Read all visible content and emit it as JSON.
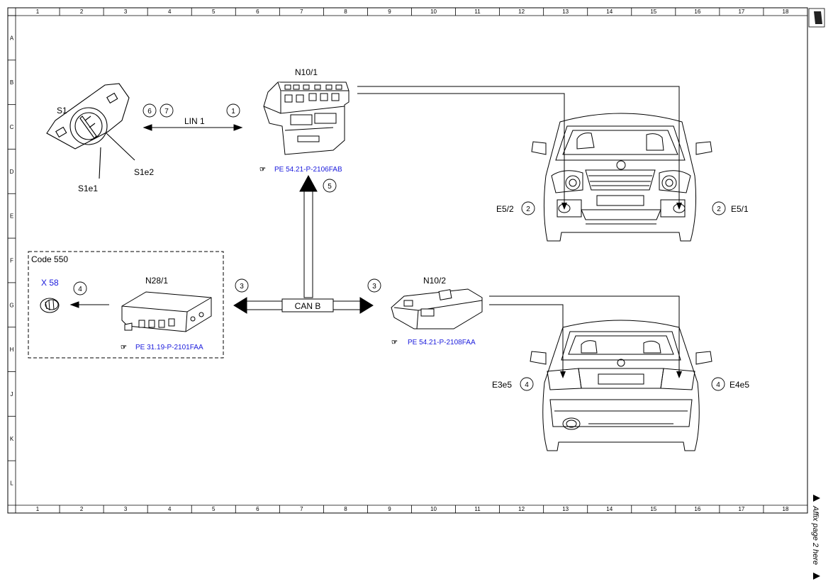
{
  "grid": {
    "columns": [
      "1",
      "2",
      "3",
      "4",
      "5",
      "6",
      "7",
      "8",
      "9",
      "10",
      "11",
      "12",
      "13",
      "14",
      "15",
      "16",
      "17",
      "18"
    ],
    "rows": [
      "A",
      "B",
      "C",
      "D",
      "E",
      "F",
      "G",
      "H",
      "J",
      "K",
      "L"
    ]
  },
  "components": {
    "s1": {
      "label": "S1",
      "sub1": "S1e1",
      "sub2": "S1e2",
      "markers": [
        "6",
        "7"
      ]
    },
    "lin": {
      "label": "LIN 1",
      "marker": "1"
    },
    "n10_1": {
      "label": "N10/1",
      "ref": "PE 54.21-P-2106FAB",
      "marker": "5"
    },
    "can": {
      "label": "CAN B",
      "marker_left": "3",
      "marker_right": "3"
    },
    "n10_2": {
      "label": "N10/2",
      "ref": "PE 54.21-P-2108FAA"
    },
    "n28_1": {
      "label": "N28/1",
      "ref": "PE 31.19-P-2101FAA"
    },
    "code_box": {
      "label": "Code 550"
    },
    "x58": {
      "label": "X 58",
      "marker": "4"
    },
    "front_car": {
      "left_label": "E5/2",
      "left_marker": "2",
      "right_label": "E5/1",
      "right_marker": "2"
    },
    "rear_car": {
      "left_label": "E3e5",
      "left_marker": "4",
      "right_label": "E4e5",
      "right_marker": "4"
    }
  },
  "side_note": "Affix page 2 here",
  "ref_icon": "pointing-hand-icon"
}
